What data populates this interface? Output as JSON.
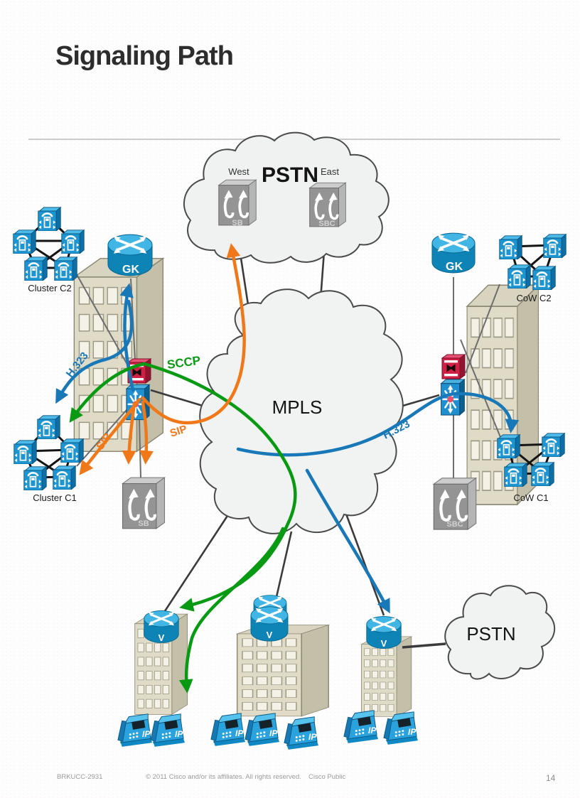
{
  "title": "Signaling Path",
  "clouds": {
    "pstn_top": "PSTN",
    "mpls": "MPLS",
    "pstn_bottom": "PSTN"
  },
  "regions": {
    "west": "West",
    "east": "East"
  },
  "labels": {
    "cluster_c2": "Cluster C2",
    "cluster_c1": "Cluster C1",
    "cow_c2": "CoW C2",
    "cow_c1": "CoW C1",
    "gk": "GK",
    "v": "V",
    "ip": "IP",
    "sb_west": "SB",
    "sbc_east": "SBC",
    "sb_left": "SB",
    "sbc_right": "SBC"
  },
  "protocols": {
    "h323": "H.323",
    "sccp": "SCCP",
    "sip": "SIP"
  },
  "colors": {
    "h323": "#1878b8",
    "sccp": "#089a12",
    "sip": "#f07818",
    "link": "#3b3b3b"
  },
  "footer": {
    "session": "BRKUCC-2931",
    "copyright": "© 2011 Cisco and/or its affiliates. All rights reserved.",
    "classification": "Cisco Public",
    "page": "14"
  }
}
